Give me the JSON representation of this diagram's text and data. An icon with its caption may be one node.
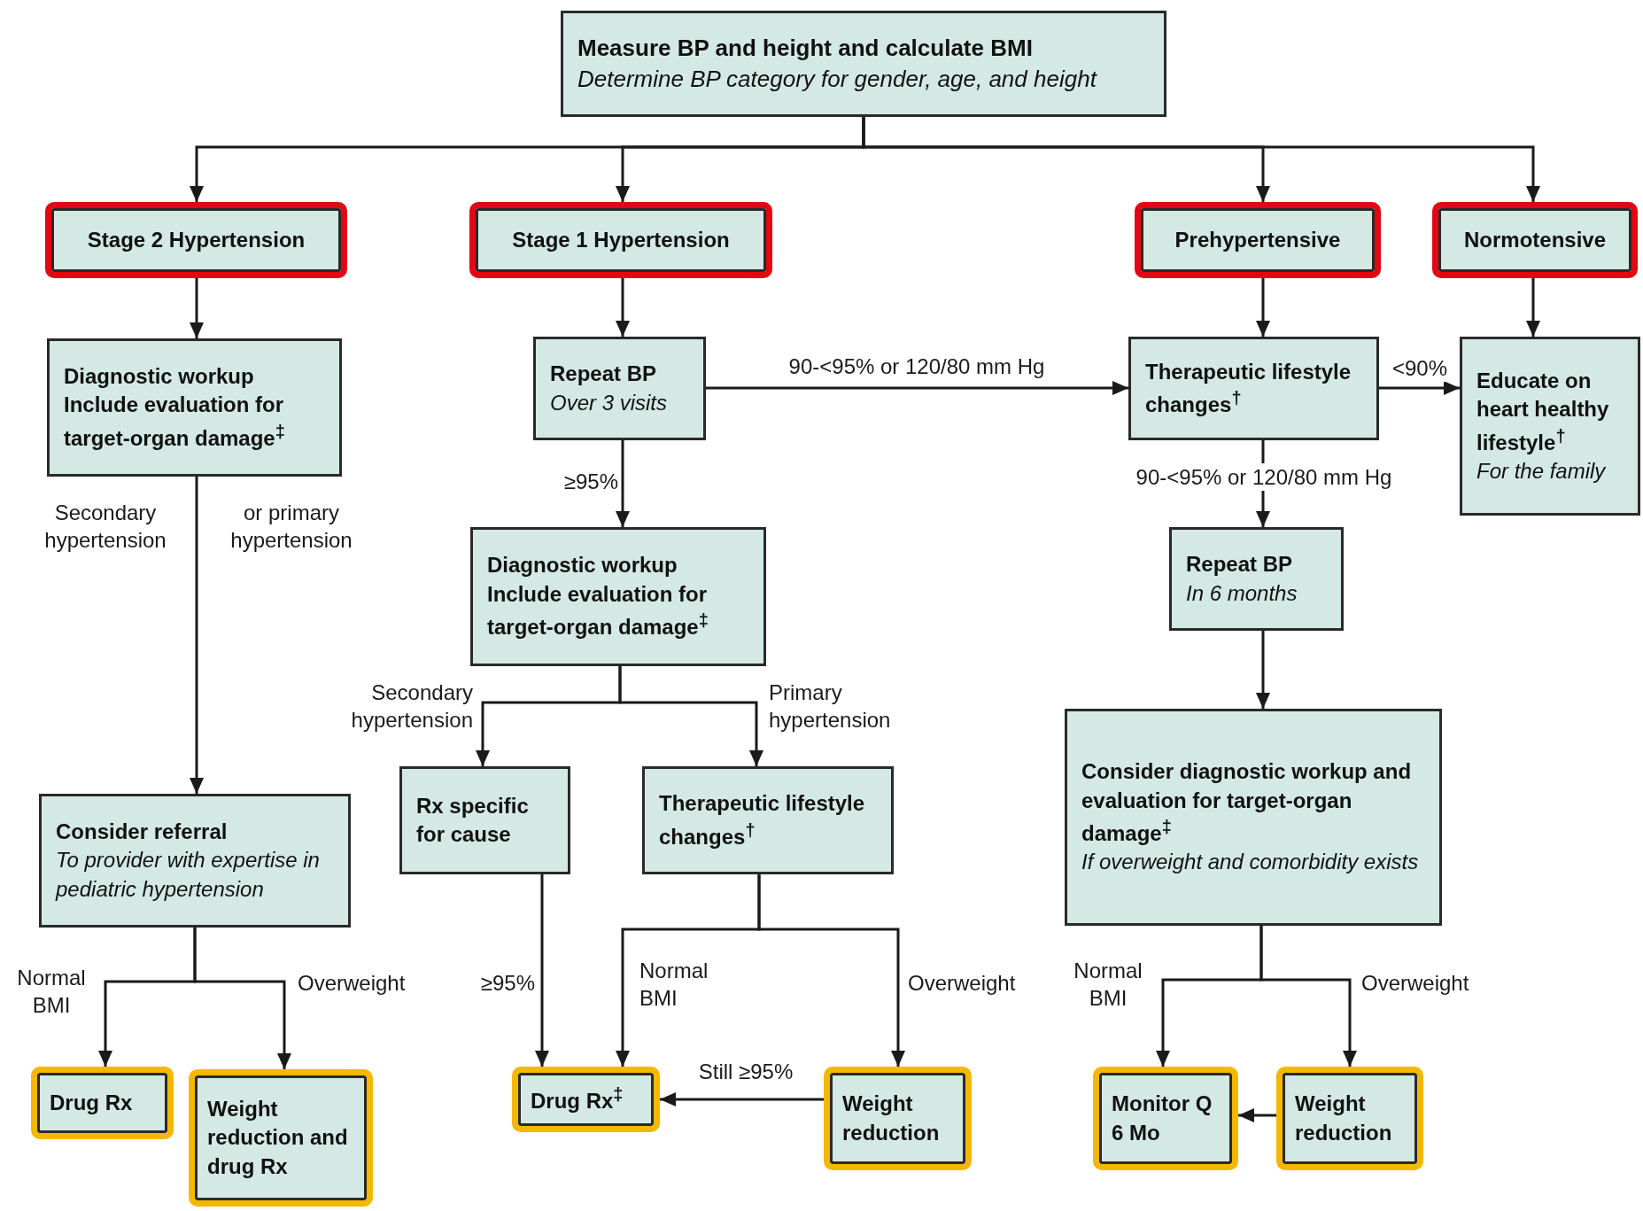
{
  "diagram": {
    "nodes": [
      {
        "text": [
          "Measure BP and height and calculate BMI",
          "Determine BP category for gender, age, and height"
        ]
      },
      {
        "text": [
          "Stage 2 Hypertension"
        ]
      },
      {
        "text": [
          "Stage 1 Hypertension"
        ]
      },
      {
        "text": [
          "Prehypertensive"
        ]
      },
      {
        "text": [
          "Normotensive"
        ]
      },
      {
        "text": [
          "Diagnostic workup",
          "Include evaluation for target-organ damage$^{‡}$"
        ]
      },
      {
        "text": [
          "Repeat BP",
          "Over 3 visits"
        ]
      },
      {
        "text": [
          "Therapeutic lifestyle changes$^{†}$"
        ]
      },
      {
        "text": [
          "Educate on heart healthy lifestyle$^{†}$",
          "For the family"
        ]
      },
      {
        "text": [
          "Diagnostic workup",
          "Include evaluation for target-organ damage$^{‡}$"
        ]
      },
      {
        "text": [
          "Repeat BP",
          "In 6 months"
        ]
      },
      {
        "text": [
          "Consider referral",
          "To provider with expertise in pediatric hypertension"
        ]
      },
      {
        "text": [
          "Rx specific for cause"
        ]
      },
      {
        "text": [
          "Therapeutic lifestyle changes$^{†}$"
        ]
      },
      {
        "text": [
          "Consider diagnostic workup and evaluation for target-organ damage$^{‡}$",
          "If overweight and comorbidity exists"
        ]
      },
      {
        "text": [
          "Drug Rx"
        ]
      },
      {
        "text": [
          "Weight reduction and drug Rx"
        ]
      },
      {
        "text": [
          "Drug Rx$^{‡}$"
        ]
      },
      {
        "text": [
          "Weight reduction"
        ]
      },
      {
        "text": [
          "Monitor Q 6 Mo"
        ]
      },
      {
        "text": [
          "Weight reduction"
        ]
      }
    ],
    "edges": [
      {
        "from": 0,
        "to": 1,
        "arrow": "to"
      },
      {
        "from": 0,
        "to": 2,
        "arrow": "to"
      },
      {
        "from": 0,
        "to": 3,
        "arrow": "to"
      },
      {
        "from": 0,
        "to": 4,
        "arrow": "to"
      },
      {
        "from": 1,
        "to": 5,
        "arrow": "to"
      },
      {
        "from": 2,
        "to": 6,
        "arrow": "to"
      },
      {
        "from": 3,
        "to": 7,
        "arrow": "to"
      },
      {
        "from": 4,
        "to": 8,
        "arrow": "to"
      },
      {
        "from": 6,
        "to": 7,
        "arrow": "to",
        "label": "90-<95% or 120/80 mm Hg"
      },
      {
        "from": 7,
        "to": 8,
        "arrow": "to",
        "label": "<90%"
      },
      {
        "from": 6,
        "to": 9,
        "arrow": "to",
        "label": "≥95%"
      },
      {
        "from": 7,
        "to": 10,
        "arrow": "to",
        "label": "90-<95% or 120/80 mm Hg"
      },
      {
        "from": 10,
        "to": 14,
        "arrow": "to"
      },
      {
        "from": 5,
        "to": 11,
        "arrow": "to",
        "label": "Secondary hypertension"
      },
      {
        "from": 9,
        "to": 12,
        "arrow": "to",
        "label": "Secondary hypertension"
      },
      {
        "from": 9,
        "to": 13,
        "arrow": "to",
        "label": "Primary hypertension"
      },
      {
        "from": 11,
        "to": 15,
        "arrow": "to",
        "label": "Normal BMI"
      },
      {
        "from": 11,
        "to": 16,
        "arrow": "to",
        "label": "Overweight"
      },
      {
        "from": 12,
        "to": 17,
        "arrow": "to",
        "label": "≥95%"
      },
      {
        "from": 13,
        "to": 17,
        "arrow": "to",
        "label": "Normal BMI"
      },
      {
        "from": 13,
        "to": 18,
        "arrow": "to",
        "label": "Overweight"
      },
      {
        "from": 18,
        "to": 17,
        "arrow": "to",
        "label": "Still ≥95%"
      },
      {
        "from": 14,
        "to": 19,
        "arrow": "to",
        "label": "Normal BMI"
      },
      {
        "from": 14,
        "to": 20,
        "arrow": "to",
        "label": "Overweight"
      },
      {
        "from": 20,
        "to": 19,
        "arrow": "to"
      }
    ],
    "labels": [
      "or primary hypertension"
    ]
  }
}
